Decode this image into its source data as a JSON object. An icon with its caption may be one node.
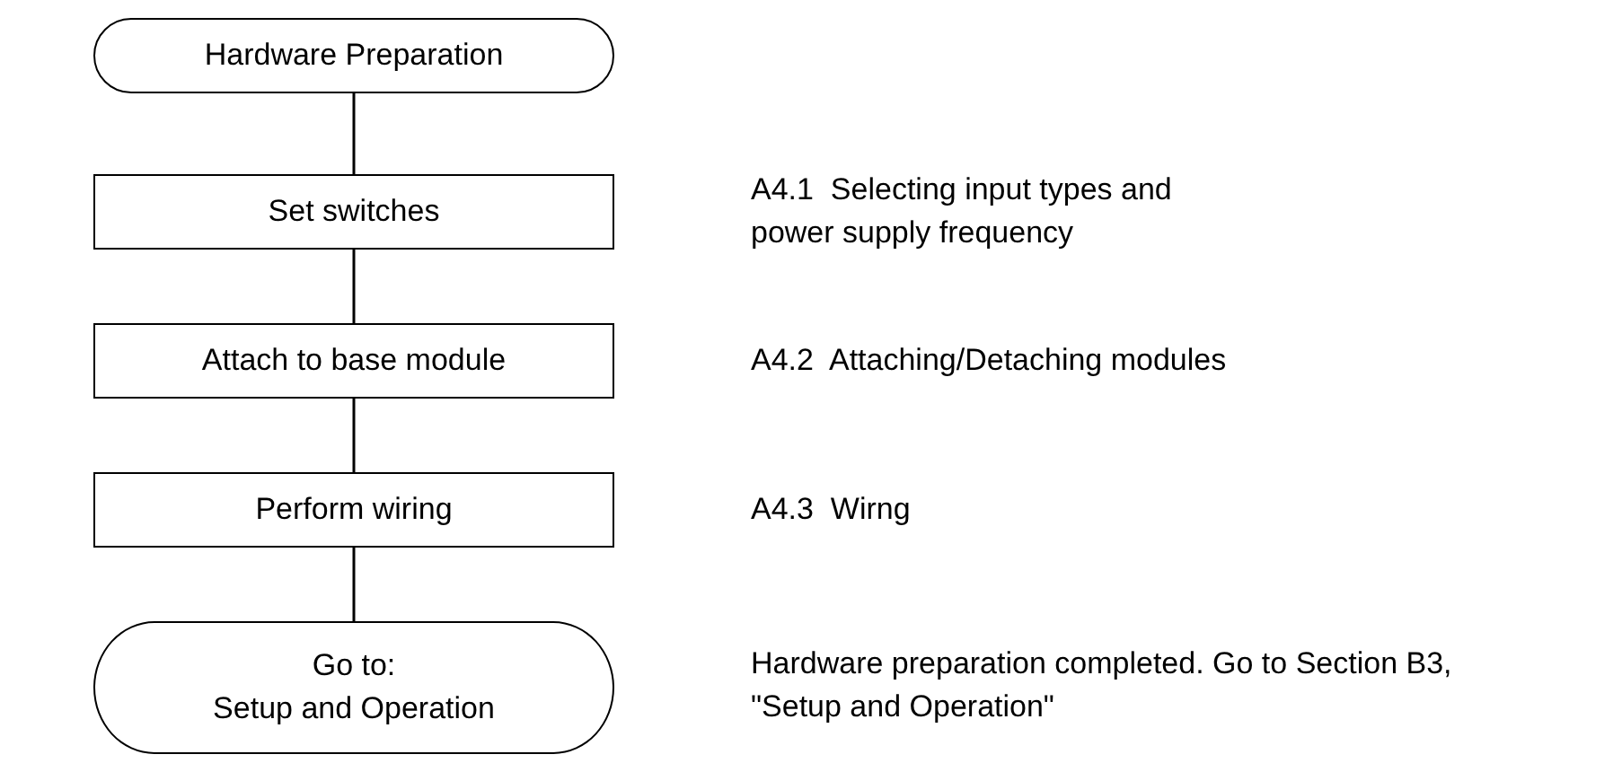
{
  "diagram": {
    "nodes": [
      {
        "text": [
          "Hardware Preparation"
        ]
      },
      {
        "text": [
          "Set switches"
        ]
      },
      {
        "text": [
          "Attach to base module"
        ]
      },
      {
        "text": [
          "Perform wiring"
        ]
      },
      {
        "text": [
          "Go to:",
          "Setup and Operation"
        ]
      }
    ],
    "labels": [
      "A4.1  Selecting input types and power supply frequency",
      "A4.2  Attaching/Detaching modules",
      "A4.3  Wirng",
      "Hardware preparation completed. Go to Section B3, \"Setup and Operation\""
    ],
    "edges": [
      {
        "from": 0,
        "to": 1,
        "arrow": "none"
      },
      {
        "from": 1,
        "to": 2,
        "arrow": "none"
      },
      {
        "from": 2,
        "to": 3,
        "arrow": "none"
      },
      {
        "from": 3,
        "to": 4,
        "arrow": "none"
      }
    ]
  }
}
